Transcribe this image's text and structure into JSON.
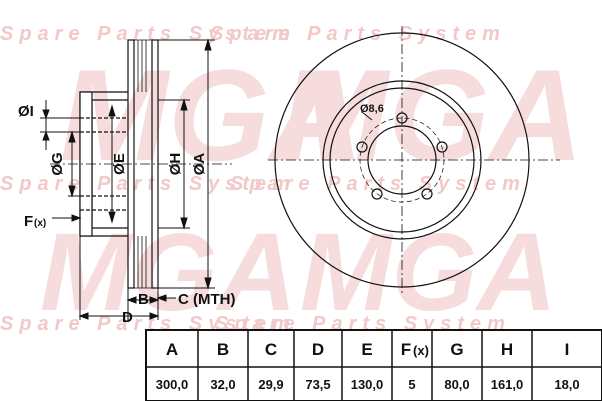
{
  "watermark": {
    "brand": "MGA",
    "tagline": "Spare Parts System"
  },
  "labels": {
    "dim_i": "ØI",
    "dim_g": "ØG",
    "dim_e": "ØE",
    "dim_h": "ØH",
    "dim_a": "ØA",
    "dim_f": "F",
    "dim_f_sub": "(x)",
    "dim_b": "B",
    "dim_c": "C (MTH)",
    "dim_d": "D",
    "hole_dia": "Ø8,6"
  },
  "table": {
    "headers": [
      "A",
      "B",
      "C",
      "D",
      "E",
      "F",
      "G",
      "H",
      "I"
    ],
    "header_f_sub": "(x)",
    "values": [
      "300,0",
      "32,0",
      "29,9",
      "73,5",
      "130,0",
      "5",
      "80,0",
      "161,0",
      "18,0"
    ]
  },
  "colors": {
    "line": "#111111",
    "watermark": "#f2c9c9"
  }
}
